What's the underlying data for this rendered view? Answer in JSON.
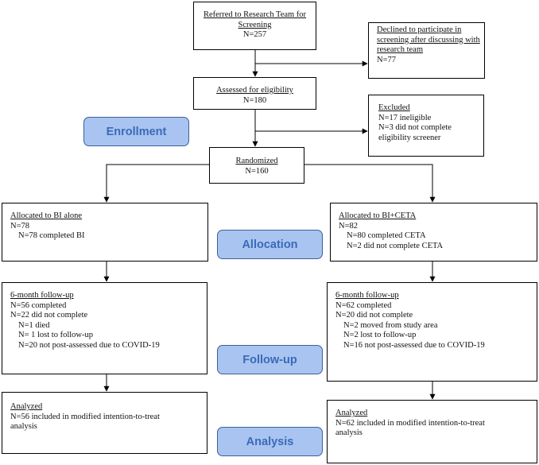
{
  "boxes": {
    "referred": {
      "title": "Referred to Research Team for Screening",
      "count": "N=257"
    },
    "declined": {
      "title": "Declined to participate in screening after discussing with research team",
      "count": "N=77"
    },
    "assessed": {
      "title": "Assessed for eligibility",
      "count": "N=180"
    },
    "excluded": {
      "title": "Excluded",
      "lines": [
        "N=17 ineligible",
        "N=3 did not complete",
        "eligibility screener"
      ]
    },
    "randomized": {
      "title": "Randomized",
      "count": "N=160"
    },
    "alloc_bi": {
      "title": "Allocated to BI alone",
      "count": "N=78",
      "sub": [
        "N=78 completed BI"
      ]
    },
    "alloc_ceta": {
      "title": "Allocated to BI+CETA",
      "count": "N=82",
      "sub": [
        "N=80 completed CETA",
        "N=2 did not complete CETA"
      ]
    },
    "follow_bi": {
      "title": "6-month follow-up",
      "lines": [
        "N=56 completed",
        "N=22 did not complete"
      ],
      "sub": [
        "N=1 died",
        "N= 1 lost to follow-up",
        "N=20 not post-assessed due to COVID-19"
      ]
    },
    "follow_ceta": {
      "title": "6-month follow-up",
      "lines": [
        "N=62 completed",
        "N=20 did not complete"
      ],
      "sub": [
        "N=2 moved from study area",
        "N=2 lost to follow-up",
        "N=16 not post-assessed due to COVID-19"
      ]
    },
    "analyzed_bi": {
      "title": "Analyzed",
      "lines": [
        "N=56 included in modified intention-to-treat",
        "analysis"
      ]
    },
    "analyzed_ceta": {
      "title": "Analyzed",
      "lines": [
        "N=62 included in modified intention-to-treat",
        "analysis"
      ]
    }
  },
  "stages": {
    "enrollment": "Enrollment",
    "allocation": "Allocation",
    "followup": "Follow-up",
    "analysis": "Analysis"
  },
  "colors": {
    "stage_fill": "#a9c4f0",
    "stage_text": "#3a6ab8",
    "stage_border": "#3d5f99"
  }
}
